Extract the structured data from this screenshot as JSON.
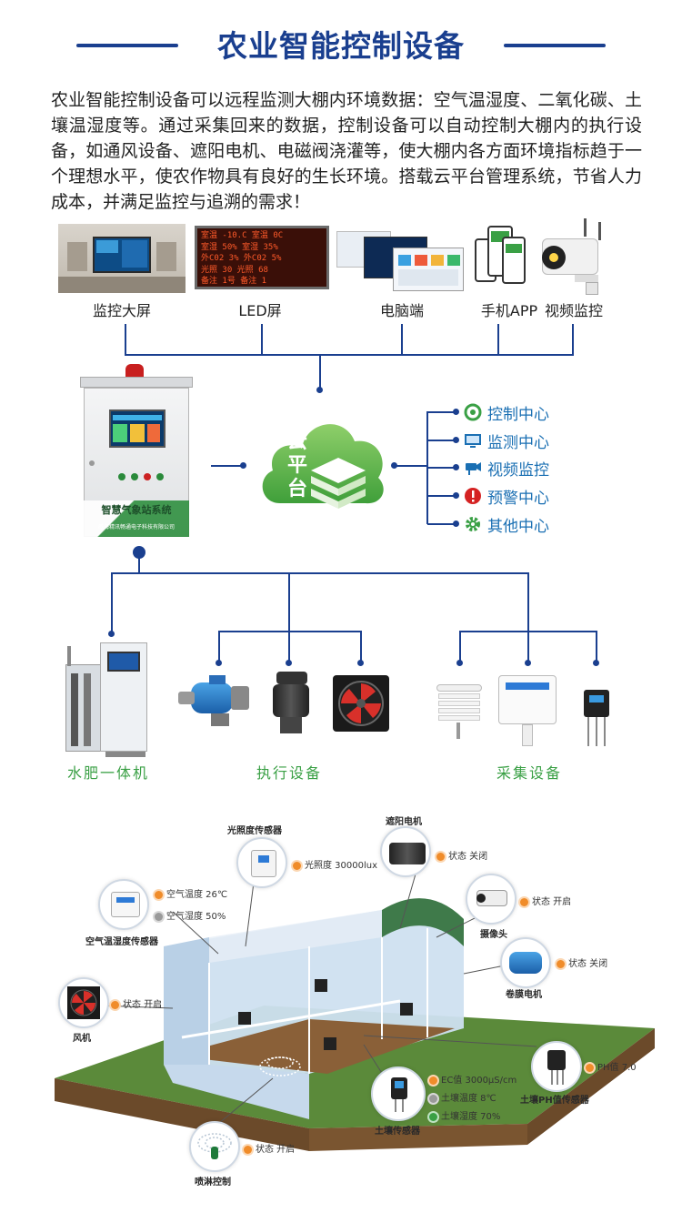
{
  "title": "农业智能控制设备",
  "intro": "农业智能控制设备可以远程监测大棚内环境数据：空气温湿度、二氧化碳、土壤温湿度等。通过采集回来的数据，控制设备可以自动控制大棚内的执行设备，如通风设备、遮阳电机、电磁阀浇灌等，使大棚内各方面环境指标趋于一个理想水平，使农作物具有良好的生长环境。搭载云平台管理系统，节省人力成本，并满足监控与追溯的需求！",
  "top_devices": [
    {
      "label": "监控大屏"
    },
    {
      "label": "LED屏"
    },
    {
      "label": "电脑端"
    },
    {
      "label": "手机APP"
    },
    {
      "label": "视频监控"
    }
  ],
  "led_rows": [
    "室温 -10.C  室温 0C",
    "室湿 50%  室湿 35%",
    "外C02 3%  外C02 5%",
    "光照 30  光照 68",
    "备注 1号  备注 1"
  ],
  "station": {
    "name": "智慧气象站系统",
    "maker": "威海精讯畅通电子科技有限公司"
  },
  "cloud": {
    "chars": [
      "云",
      "平",
      "台"
    ]
  },
  "center_items": [
    {
      "label": "控制中心",
      "icon": "target-icon"
    },
    {
      "label": "监测中心",
      "icon": "monitor-icon"
    },
    {
      "label": "视频监控",
      "icon": "camera-icon"
    },
    {
      "label": "预警中心",
      "icon": "alert-icon"
    },
    {
      "label": "其他中心",
      "icon": "gear-icon"
    }
  ],
  "categories": {
    "fertigation": "水肥一体机",
    "actuators": "执行设备",
    "sensors": "采集设备"
  },
  "greenhouse": {
    "light_sensor": {
      "name": "光照度传感器",
      "value": "光照度 30000lux"
    },
    "shade_motor": {
      "name": "遮阳电机",
      "value": "状态 关闭"
    },
    "camera": {
      "name": "摄像头",
      "value": "状态 开启"
    },
    "air_sensor": {
      "name": "空气温湿度传感器",
      "temp": "空气温度 26℃",
      "hum": "空气湿度 50%"
    },
    "roll_motor": {
      "name": "卷膜电机",
      "value": "状态 关闭"
    },
    "fan": {
      "name": "风机",
      "value": "状态 开启"
    },
    "ph_sensor": {
      "name": "土壤PH值传感器",
      "value": "PH值 7.0"
    },
    "soil_sensor": {
      "name": "土壤传感器",
      "ec": "EC值 3000μS/cm",
      "temp": "土壤温度 8℃",
      "hum": "土壤湿度 70%"
    },
    "sprinkler": {
      "name": "喷淋控制",
      "value": "状态 开启"
    }
  },
  "colors": {
    "brand_blue": "#1a3f8f",
    "green": "#3aa045",
    "orange": "#f08c2a"
  }
}
